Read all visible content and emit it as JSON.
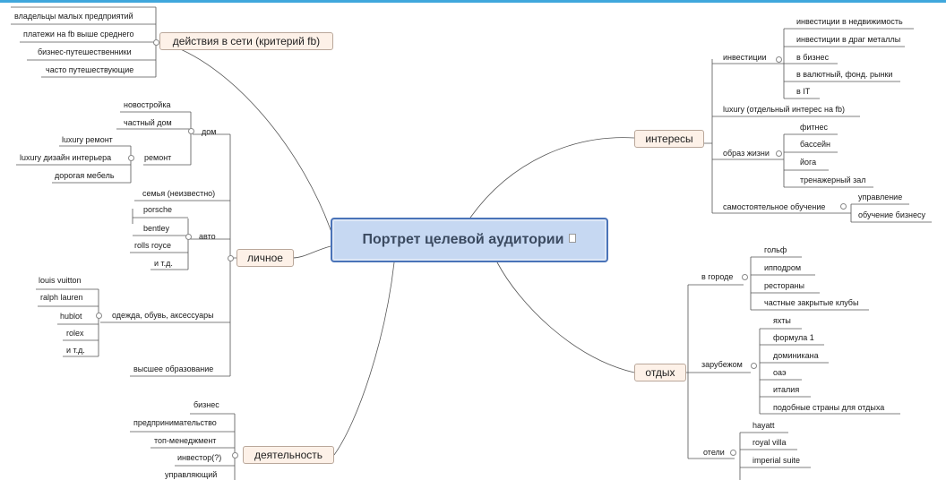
{
  "center": {
    "label": "Портрет целевой аудитории"
  },
  "topics": {
    "fb": {
      "label": "действия в сети (критерий fb)",
      "items": [
        "владельцы малых предприятий",
        "платежи на fb выше среднего",
        "бизнес-путешественники",
        "часто путешествующие"
      ]
    },
    "personal": {
      "label": "личное",
      "dom": {
        "label": "дом",
        "items": [
          "новостройка",
          "частный дом"
        ],
        "remont": {
          "label": "ремонт",
          "items": [
            "luxury ремонт",
            "luxury дизайн интерьера",
            "дорогая мебель"
          ]
        }
      },
      "family": "семья (неизвестно)",
      "avto": {
        "label": "авто",
        "items": [
          "porsche",
          "bentley",
          "rolls royce",
          "и т.д."
        ]
      },
      "clothes": {
        "label": "одежда, обувь, аксессуары",
        "items": [
          "louis vuitton",
          "ralph lauren",
          "hublot",
          "rolex",
          "и т.д."
        ]
      },
      "education": "высшее образование"
    },
    "activity": {
      "label": "деятельность",
      "items": [
        "бизнес",
        "предпринимательство",
        "топ-менеджмент",
        "инвестор(?)",
        "управляющий"
      ]
    },
    "interests": {
      "label": "интересы",
      "investments": {
        "label": "инвестиции",
        "items": [
          "инвестиции в недвижимость",
          "инвестиции в драг металлы",
          "в бизнес",
          "в валютный, фонд. рынки",
          "в IT"
        ]
      },
      "luxury": "luxury (отдельный интерес на fb)",
      "lifestyle": {
        "label": "образ жизни",
        "items": [
          "фитнес",
          "бассейн",
          "йога",
          "тренажерный зал"
        ]
      },
      "selfedu": {
        "label": "самостоятельное обучение",
        "items": [
          "управление",
          "обучение бизнесу"
        ]
      }
    },
    "rest": {
      "label": "отдых",
      "city": {
        "label": "в городе",
        "items": [
          "гольф",
          "ипподром",
          "рестораны",
          "частные закрытые клубы"
        ]
      },
      "abroad": {
        "label": "зарубежом",
        "items": [
          "яхты",
          "формула 1",
          "доминикана",
          "оаэ",
          "италия",
          "подобные  страны для отдыха"
        ]
      },
      "hotels": {
        "label": "отели",
        "items": [
          "hayatt",
          "royal villa",
          "imperial suite"
        ]
      }
    }
  }
}
